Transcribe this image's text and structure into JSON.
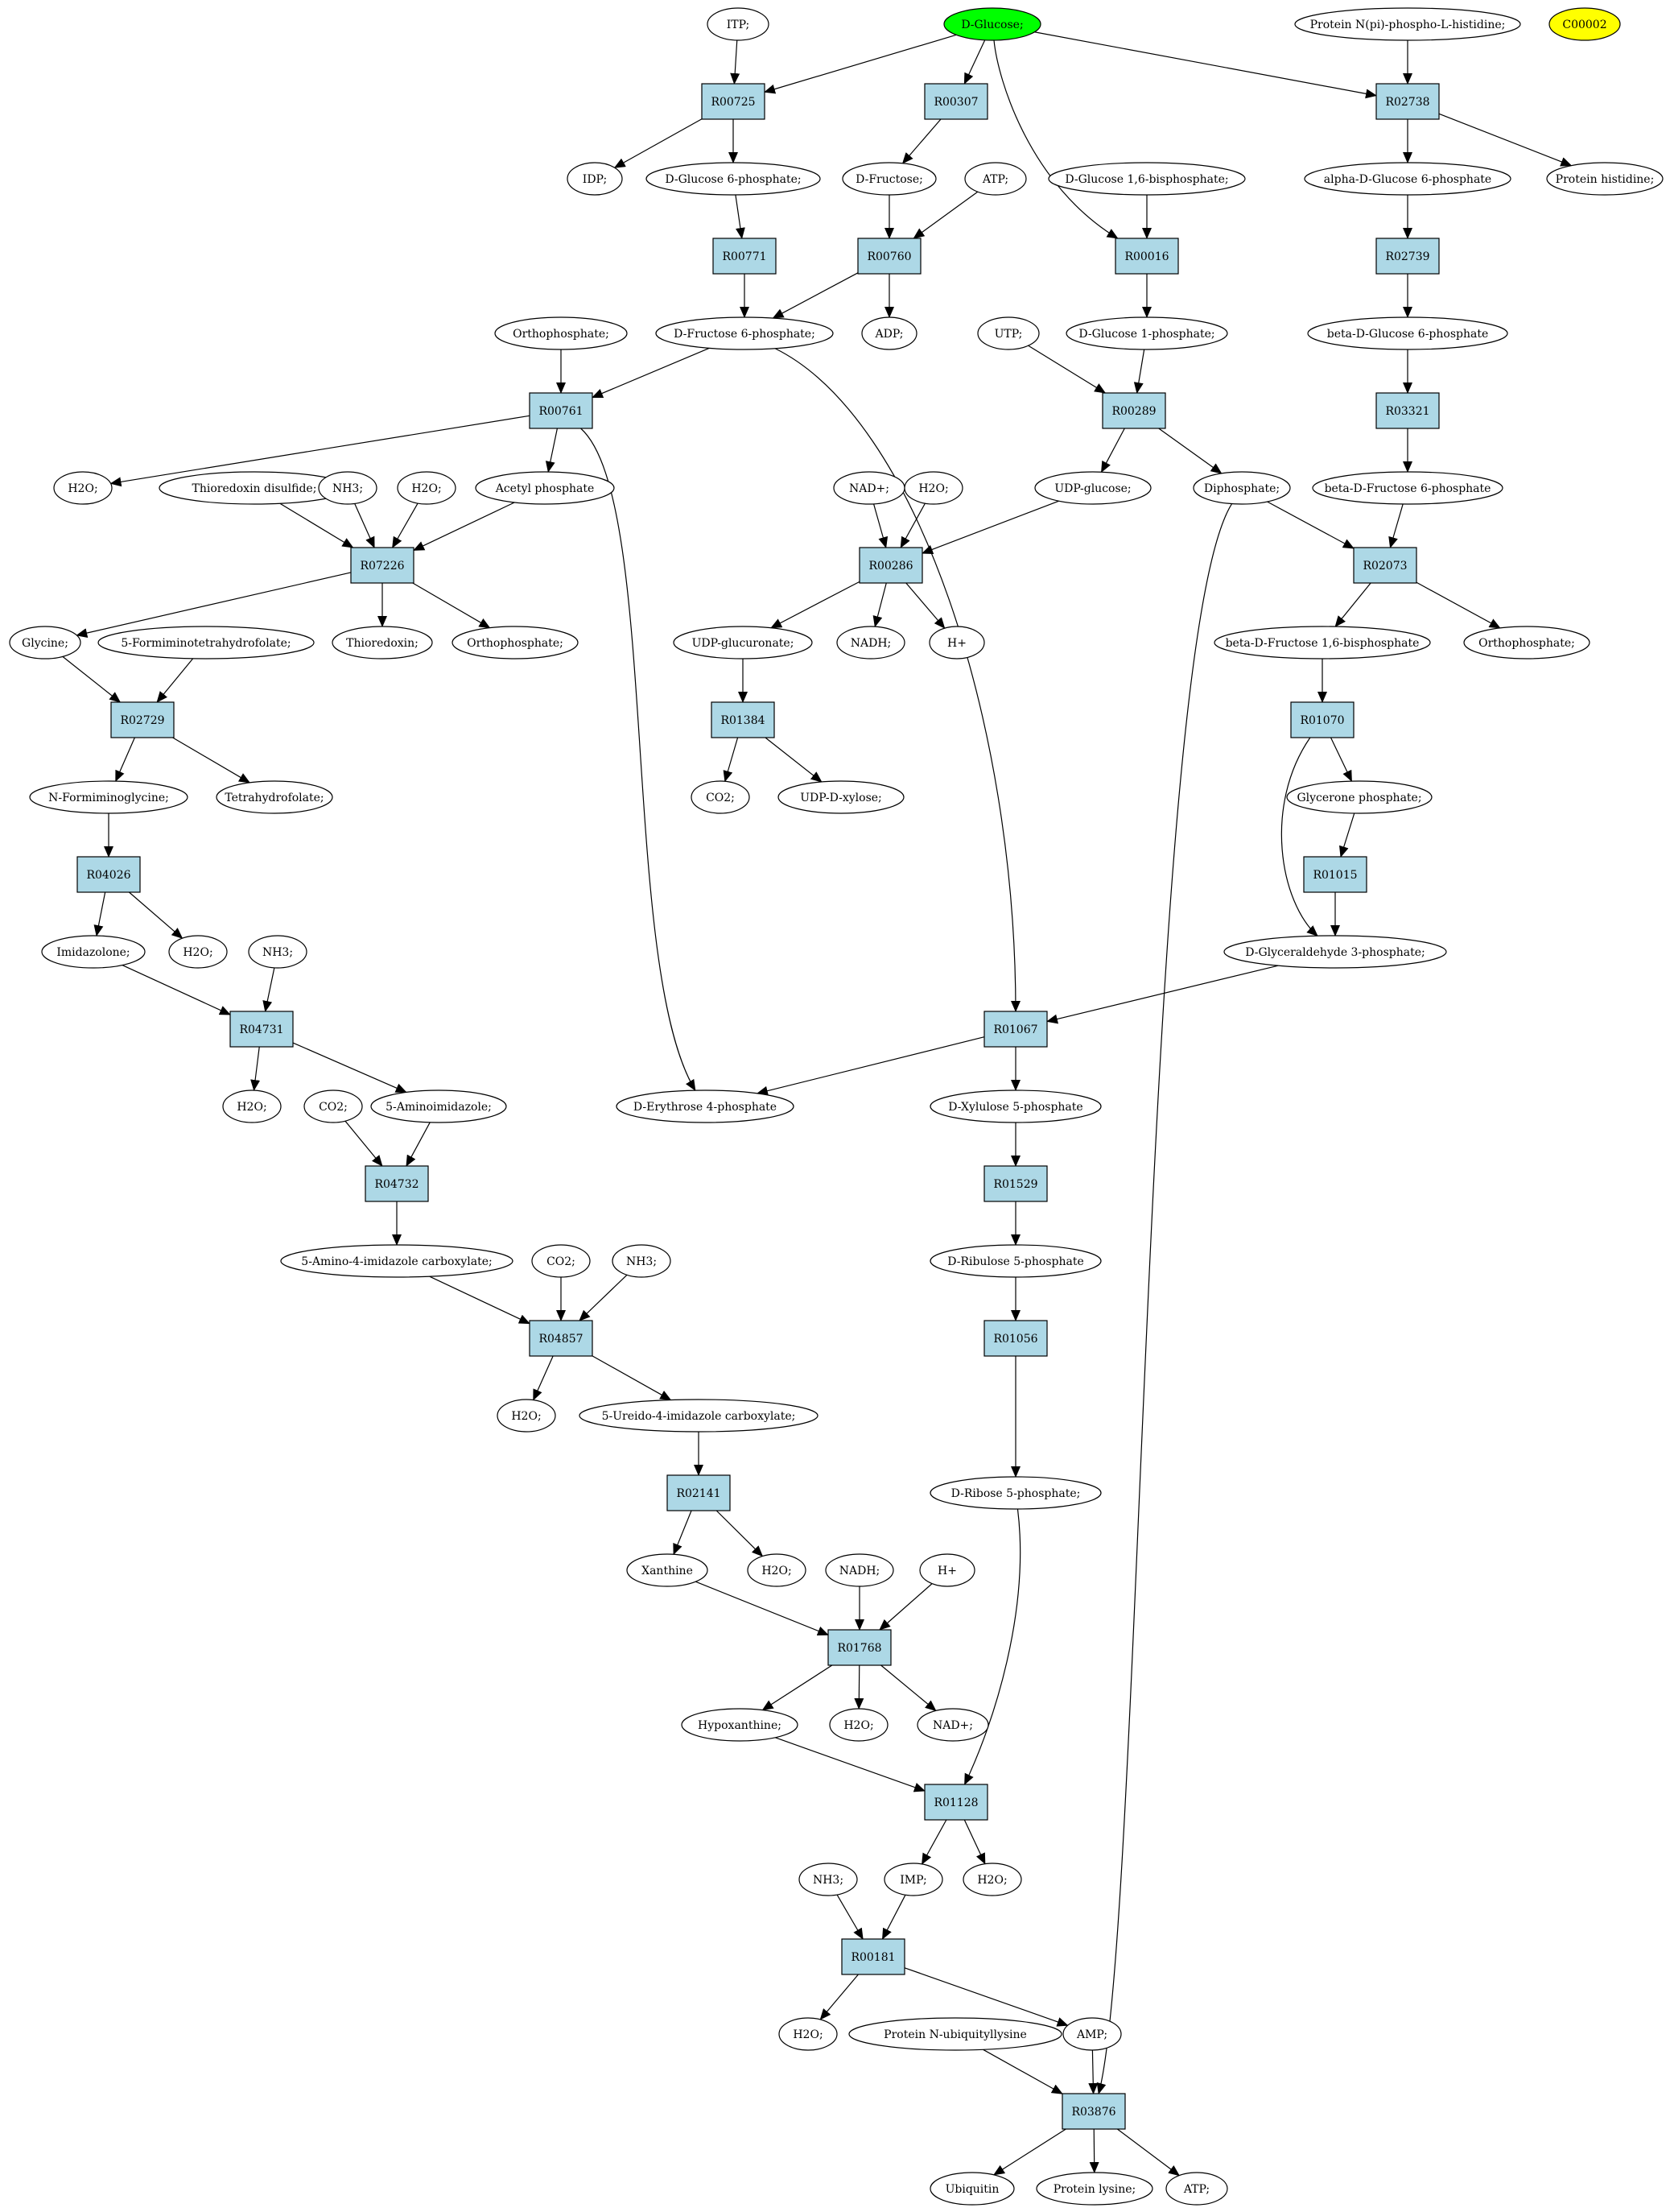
{
  "colors": {
    "reaction_fill": "#add8e6",
    "start_fill": "#00ff00",
    "highlight_fill": "#ffff00",
    "node_fill": "#ffffff",
    "stroke": "#000000"
  },
  "nodes": [
    {
      "id": "itp",
      "label": "ITP;",
      "kind": "compound"
    },
    {
      "id": "dglucose",
      "label": "D-Glucose;",
      "kind": "start"
    },
    {
      "id": "pnpi",
      "label": "Protein N(pi)-phospho-L-histidine;",
      "kind": "compound"
    },
    {
      "id": "c00002",
      "label": "C00002",
      "kind": "highlight"
    },
    {
      "id": "r00725",
      "label": "R00725",
      "kind": "reaction"
    },
    {
      "id": "r00307",
      "label": "R00307",
      "kind": "reaction"
    },
    {
      "id": "r02738",
      "label": "R02738",
      "kind": "reaction"
    },
    {
      "id": "idp",
      "label": "IDP;",
      "kind": "compound"
    },
    {
      "id": "dg6p",
      "label": "D-Glucose 6-phosphate;",
      "kind": "compound"
    },
    {
      "id": "dfructose",
      "label": "D-Fructose;",
      "kind": "compound"
    },
    {
      "id": "atp1",
      "label": "ATP;",
      "kind": "compound"
    },
    {
      "id": "dg16bp",
      "label": "D-Glucose 1,6-bisphosphate;",
      "kind": "compound"
    },
    {
      "id": "adg6p",
      "label": "alpha-D-Glucose 6-phosphate",
      "kind": "compound"
    },
    {
      "id": "prohis",
      "label": "Protein histidine;",
      "kind": "compound"
    },
    {
      "id": "r00771",
      "label": "R00771",
      "kind": "reaction"
    },
    {
      "id": "r00760",
      "label": "R00760",
      "kind": "reaction"
    },
    {
      "id": "r00016",
      "label": "R00016",
      "kind": "reaction"
    },
    {
      "id": "r02739",
      "label": "R02739",
      "kind": "reaction"
    },
    {
      "id": "ortho1",
      "label": "Orthophosphate;",
      "kind": "compound"
    },
    {
      "id": "df6p",
      "label": "D-Fructose 6-phosphate;",
      "kind": "compound"
    },
    {
      "id": "adp",
      "label": "ADP;",
      "kind": "compound"
    },
    {
      "id": "utp",
      "label": "UTP;",
      "kind": "compound"
    },
    {
      "id": "dg1p",
      "label": "D-Glucose 1-phosphate;",
      "kind": "compound"
    },
    {
      "id": "bdg6p",
      "label": "beta-D-Glucose 6-phosphate",
      "kind": "compound"
    },
    {
      "id": "r00761",
      "label": "R00761",
      "kind": "reaction"
    },
    {
      "id": "r00289",
      "label": "R00289",
      "kind": "reaction"
    },
    {
      "id": "r03321",
      "label": "R03321",
      "kind": "reaction"
    },
    {
      "id": "h2o1",
      "label": "H2O;",
      "kind": "compound"
    },
    {
      "id": "thiodis",
      "label": "Thioredoxin disulfide;",
      "kind": "compound"
    },
    {
      "id": "nh31",
      "label": "NH3;",
      "kind": "compound"
    },
    {
      "id": "h2o2",
      "label": "H2O;",
      "kind": "compound"
    },
    {
      "id": "acetylp",
      "label": "Acetyl phosphate",
      "kind": "compound"
    },
    {
      "id": "nad1",
      "label": "NAD+;",
      "kind": "compound"
    },
    {
      "id": "h2o3",
      "label": "H2O;",
      "kind": "compound"
    },
    {
      "id": "udpglc",
      "label": "UDP-glucose;",
      "kind": "compound"
    },
    {
      "id": "diphos",
      "label": "Diphosphate;",
      "kind": "compound"
    },
    {
      "id": "bdf6p",
      "label": "beta-D-Fructose 6-phosphate",
      "kind": "compound"
    },
    {
      "id": "r07226",
      "label": "R07226",
      "kind": "reaction"
    },
    {
      "id": "r00286",
      "label": "R00286",
      "kind": "reaction"
    },
    {
      "id": "r02073",
      "label": "R02073",
      "kind": "reaction"
    },
    {
      "id": "glycine",
      "label": "Glycine;",
      "kind": "compound"
    },
    {
      "id": "fthf",
      "label": "5-Formiminotetrahydrofolate;",
      "kind": "compound"
    },
    {
      "id": "thiored",
      "label": "Thioredoxin;",
      "kind": "compound"
    },
    {
      "id": "ortho2",
      "label": "Orthophosphate;",
      "kind": "compound"
    },
    {
      "id": "udpglcur",
      "label": "UDP-glucuronate;",
      "kind": "compound"
    },
    {
      "id": "nadh1",
      "label": "NADH;",
      "kind": "compound"
    },
    {
      "id": "hplus1",
      "label": "H+",
      "kind": "compound"
    },
    {
      "id": "bdf16bp",
      "label": "beta-D-Fructose 1,6-bisphosphate",
      "kind": "compound"
    },
    {
      "id": "ortho3",
      "label": "Orthophosphate;",
      "kind": "compound"
    },
    {
      "id": "r02729",
      "label": "R02729",
      "kind": "reaction"
    },
    {
      "id": "r01384",
      "label": "R01384",
      "kind": "reaction"
    },
    {
      "id": "r01070",
      "label": "R01070",
      "kind": "reaction"
    },
    {
      "id": "nformgly",
      "label": "N-Formiminoglycine;",
      "kind": "compound"
    },
    {
      "id": "thf",
      "label": "Tetrahydrofolate;",
      "kind": "compound"
    },
    {
      "id": "co21",
      "label": "CO2;",
      "kind": "compound"
    },
    {
      "id": "udpxyl",
      "label": "UDP-D-xylose;",
      "kind": "compound"
    },
    {
      "id": "glycp",
      "label": "Glycerone phosphate;",
      "kind": "compound"
    },
    {
      "id": "r04026",
      "label": "R04026",
      "kind": "reaction"
    },
    {
      "id": "r01015",
      "label": "R01015",
      "kind": "reaction"
    },
    {
      "id": "imidaz",
      "label": "Imidazolone;",
      "kind": "compound"
    },
    {
      "id": "h2o4",
      "label": "H2O;",
      "kind": "compound"
    },
    {
      "id": "nh32",
      "label": "NH3;",
      "kind": "compound"
    },
    {
      "id": "dga3p",
      "label": "D-Glyceraldehyde 3-phosphate;",
      "kind": "compound"
    },
    {
      "id": "r04731",
      "label": "R04731",
      "kind": "reaction"
    },
    {
      "id": "r01067",
      "label": "R01067",
      "kind": "reaction"
    },
    {
      "id": "h2o5",
      "label": "H2O;",
      "kind": "compound"
    },
    {
      "id": "co22",
      "label": "CO2;",
      "kind": "compound"
    },
    {
      "id": "aminoimid",
      "label": "5-Aminoimidazole;",
      "kind": "compound"
    },
    {
      "id": "de4p",
      "label": "D-Erythrose 4-phosphate",
      "kind": "compound"
    },
    {
      "id": "dx5p",
      "label": "D-Xylulose 5-phosphate",
      "kind": "compound"
    },
    {
      "id": "r04732",
      "label": "R04732",
      "kind": "reaction"
    },
    {
      "id": "r01529",
      "label": "R01529",
      "kind": "reaction"
    },
    {
      "id": "aicarb",
      "label": "5-Amino-4-imidazole carboxylate;",
      "kind": "compound"
    },
    {
      "id": "co23",
      "label": "CO2;",
      "kind": "compound"
    },
    {
      "id": "nh33",
      "label": "NH3;",
      "kind": "compound"
    },
    {
      "id": "dru5p",
      "label": "D-Ribulose 5-phosphate",
      "kind": "compound"
    },
    {
      "id": "r04857",
      "label": "R04857",
      "kind": "reaction"
    },
    {
      "id": "r01056",
      "label": "R01056",
      "kind": "reaction"
    },
    {
      "id": "h2o6",
      "label": "H2O;",
      "kind": "compound"
    },
    {
      "id": "uicarb",
      "label": "5-Ureido-4-imidazole carboxylate;",
      "kind": "compound"
    },
    {
      "id": "dr5p",
      "label": "D-Ribose 5-phosphate;",
      "kind": "compound"
    },
    {
      "id": "r02141",
      "label": "R02141",
      "kind": "reaction"
    },
    {
      "id": "xanthine",
      "label": "Xanthine",
      "kind": "compound"
    },
    {
      "id": "h2o7",
      "label": "H2O;",
      "kind": "compound"
    },
    {
      "id": "nadh2",
      "label": "NADH;",
      "kind": "compound"
    },
    {
      "id": "hplus2",
      "label": "H+",
      "kind": "compound"
    },
    {
      "id": "r01768",
      "label": "R01768",
      "kind": "reaction"
    },
    {
      "id": "hypox",
      "label": "Hypoxanthine;",
      "kind": "compound"
    },
    {
      "id": "h2o8",
      "label": "H2O;",
      "kind": "compound"
    },
    {
      "id": "nad2",
      "label": "NAD+;",
      "kind": "compound"
    },
    {
      "id": "r01128",
      "label": "R01128",
      "kind": "reaction"
    },
    {
      "id": "nh34",
      "label": "NH3;",
      "kind": "compound"
    },
    {
      "id": "imp",
      "label": "IMP;",
      "kind": "compound"
    },
    {
      "id": "h2o9",
      "label": "H2O;",
      "kind": "compound"
    },
    {
      "id": "r00181",
      "label": "R00181",
      "kind": "reaction"
    },
    {
      "id": "h2o10",
      "label": "H2O;",
      "kind": "compound"
    },
    {
      "id": "pnubq",
      "label": "Protein N-ubiquityllysine",
      "kind": "compound"
    },
    {
      "id": "amp",
      "label": "AMP;",
      "kind": "compound"
    },
    {
      "id": "r03876",
      "label": "R03876",
      "kind": "reaction"
    },
    {
      "id": "ubiquitin",
      "label": "Ubiquitin",
      "kind": "compound"
    },
    {
      "id": "prolys",
      "label": "Protein lysine;",
      "kind": "compound"
    },
    {
      "id": "atp2",
      "label": "ATP;",
      "kind": "compound"
    }
  ],
  "edges": [
    [
      "dglucose",
      "r00725"
    ],
    [
      "dglucose",
      "r00307"
    ],
    [
      "dglucose",
      "r00016"
    ],
    [
      "dglucose",
      "r02738"
    ],
    [
      "itp",
      "r00725"
    ],
    [
      "r00725",
      "idp"
    ],
    [
      "r00725",
      "dg6p"
    ],
    [
      "dg6p",
      "r00771"
    ],
    [
      "r00771",
      "df6p"
    ],
    [
      "r00307",
      "dfructose"
    ],
    [
      "dfructose",
      "r00760"
    ],
    [
      "atp1",
      "r00760"
    ],
    [
      "r00760",
      "df6p"
    ],
    [
      "r00760",
      "adp"
    ],
    [
      "dg16bp",
      "r00016"
    ],
    [
      "r00016",
      "dg1p"
    ],
    [
      "dg1p",
      "r00289"
    ],
    [
      "utp",
      "r00289"
    ],
    [
      "pnpi",
      "r02738"
    ],
    [
      "r02738",
      "adg6p"
    ],
    [
      "r02738",
      "prohis"
    ],
    [
      "adg6p",
      "r02739"
    ],
    [
      "r02739",
      "bdg6p"
    ],
    [
      "bdg6p",
      "r03321"
    ],
    [
      "r03321",
      "bdf6p"
    ],
    [
      "ortho1",
      "r00761"
    ],
    [
      "df6p",
      "r00761"
    ],
    [
      "df6p",
      "r01067"
    ],
    [
      "r00761",
      "h2o1"
    ],
    [
      "r00761",
      "acetylp"
    ],
    [
      "r00761",
      "de4p"
    ],
    [
      "thiodis",
      "r07226"
    ],
    [
      "nh31",
      "r07226"
    ],
    [
      "h2o2",
      "r07226"
    ],
    [
      "acetylp",
      "r07226"
    ],
    [
      "r07226",
      "glycine"
    ],
    [
      "r07226",
      "thiored"
    ],
    [
      "r07226",
      "ortho2"
    ],
    [
      "glycine",
      "r02729"
    ],
    [
      "fthf",
      "r02729"
    ],
    [
      "r02729",
      "nformgly"
    ],
    [
      "r02729",
      "thf"
    ],
    [
      "nformgly",
      "r04026"
    ],
    [
      "r04026",
      "imidaz"
    ],
    [
      "r04026",
      "h2o4"
    ],
    [
      "imidaz",
      "r04731"
    ],
    [
      "nh32",
      "r04731"
    ],
    [
      "r04731",
      "h2o5"
    ],
    [
      "r04731",
      "aminoimid"
    ],
    [
      "co22",
      "r04732"
    ],
    [
      "aminoimid",
      "r04732"
    ],
    [
      "r04732",
      "aicarb"
    ],
    [
      "aicarb",
      "r04857"
    ],
    [
      "co23",
      "r04857"
    ],
    [
      "nh33",
      "r04857"
    ],
    [
      "r04857",
      "h2o6"
    ],
    [
      "r04857",
      "uicarb"
    ],
    [
      "uicarb",
      "r02141"
    ],
    [
      "r02141",
      "xanthine"
    ],
    [
      "r02141",
      "h2o7"
    ],
    [
      "xanthine",
      "r01768"
    ],
    [
      "nadh2",
      "r01768"
    ],
    [
      "hplus2",
      "r01768"
    ],
    [
      "r01768",
      "hypox"
    ],
    [
      "r01768",
      "h2o8"
    ],
    [
      "r01768",
      "nad2"
    ],
    [
      "hypox",
      "r01128"
    ],
    [
      "dr5p",
      "r01128"
    ],
    [
      "r01128",
      "imp"
    ],
    [
      "r01128",
      "h2o9"
    ],
    [
      "nh34",
      "r00181"
    ],
    [
      "imp",
      "r00181"
    ],
    [
      "r00181",
      "h2o10"
    ],
    [
      "r00181",
      "amp"
    ],
    [
      "amp",
      "r03876"
    ],
    [
      "pnubq",
      "r03876"
    ],
    [
      "diphos",
      "r03876"
    ],
    [
      "r03876",
      "ubiquitin"
    ],
    [
      "r03876",
      "prolys"
    ],
    [
      "r03876",
      "atp2"
    ],
    [
      "r00289",
      "udpglc"
    ],
    [
      "r00289",
      "diphos"
    ],
    [
      "nad1",
      "r00286"
    ],
    [
      "h2o3",
      "r00286"
    ],
    [
      "udpglc",
      "r00286"
    ],
    [
      "r00286",
      "udpglcur"
    ],
    [
      "r00286",
      "nadh1"
    ],
    [
      "r00286",
      "hplus1"
    ],
    [
      "udpglcur",
      "r01384"
    ],
    [
      "r01384",
      "co21"
    ],
    [
      "r01384",
      "udpxyl"
    ],
    [
      "diphos",
      "r02073"
    ],
    [
      "bdf6p",
      "r02073"
    ],
    [
      "r02073",
      "bdf16bp"
    ],
    [
      "r02073",
      "ortho3"
    ],
    [
      "bdf16bp",
      "r01070"
    ],
    [
      "r01070",
      "glycp"
    ],
    [
      "r01070",
      "dga3p"
    ],
    [
      "glycp",
      "r01015"
    ],
    [
      "r01015",
      "dga3p"
    ],
    [
      "dga3p",
      "r01067"
    ],
    [
      "r01067",
      "de4p"
    ],
    [
      "r01067",
      "dx5p"
    ],
    [
      "dx5p",
      "r01529"
    ],
    [
      "r01529",
      "dru5p"
    ],
    [
      "dru5p",
      "r01056"
    ],
    [
      "r01056",
      "dr5p"
    ]
  ]
}
